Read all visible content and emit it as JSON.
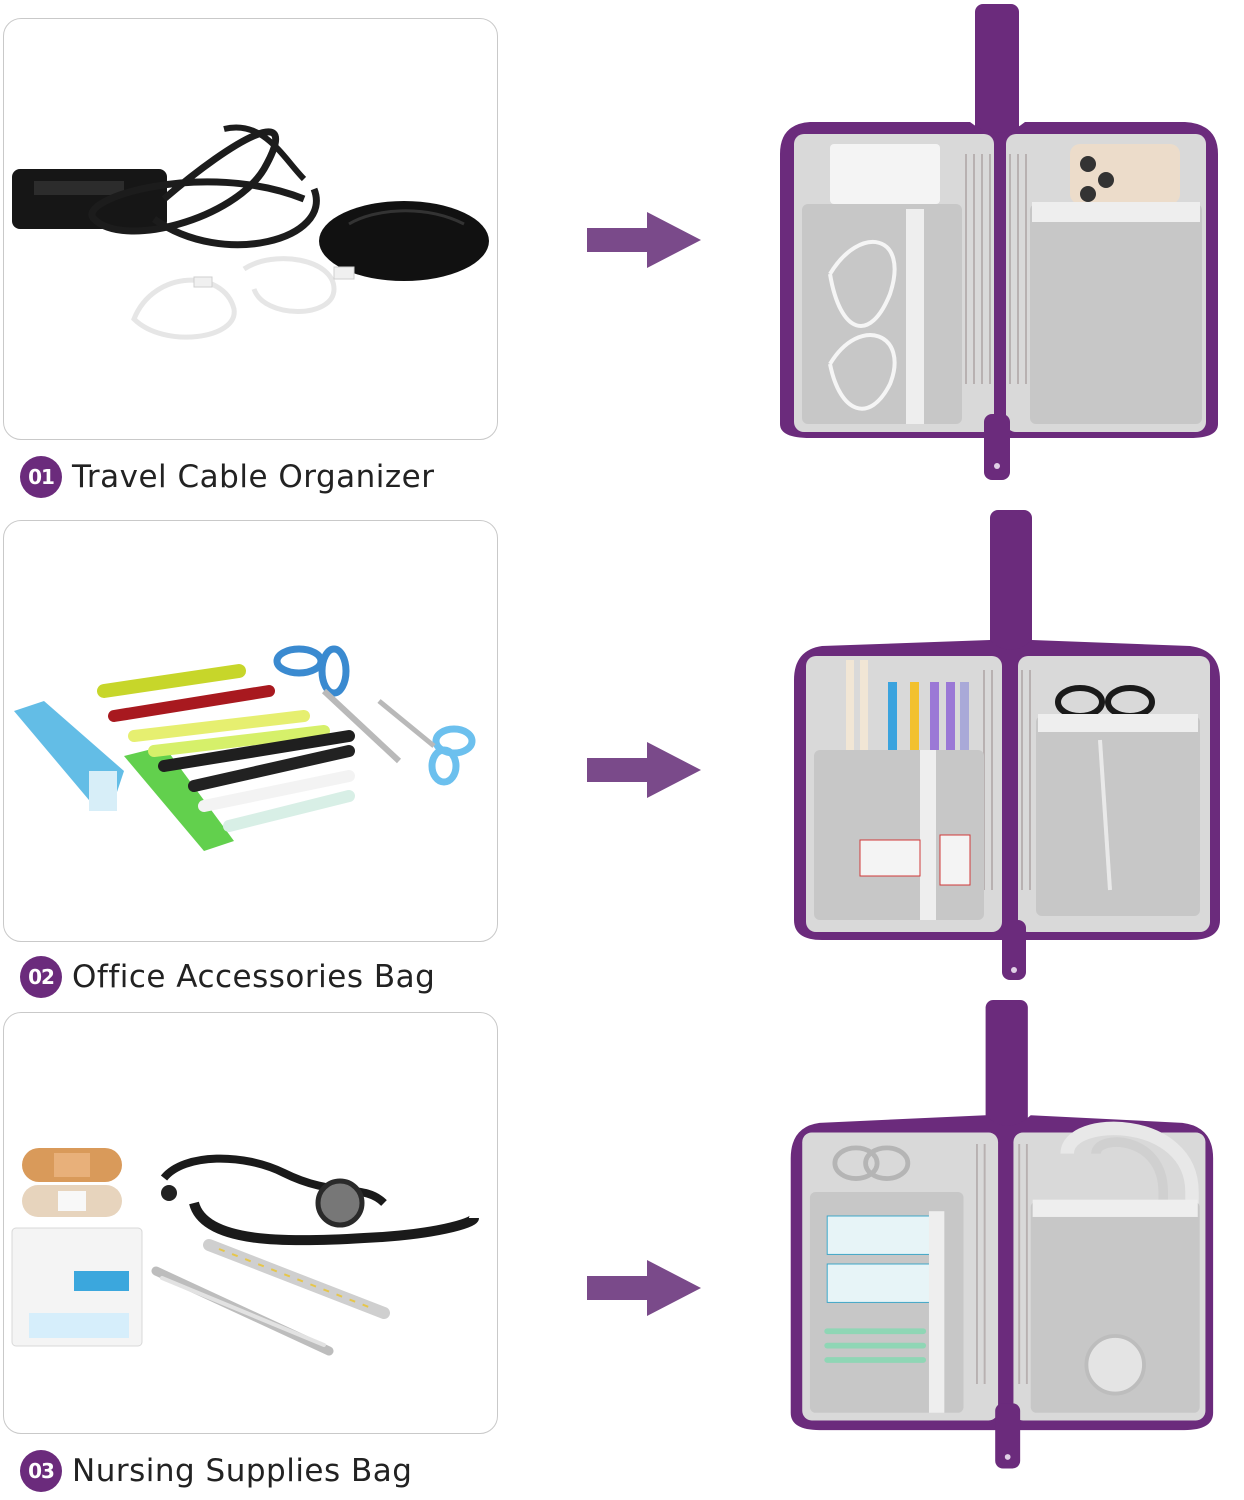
{
  "accent": "#6b2b7c",
  "sections": [
    {
      "number": "01",
      "title": "Travel Cable Organizer",
      "left_image_icon": "cables-mouse-icon",
      "right_image_icon": "organizer-bag-with-cables-icon"
    },
    {
      "number": "02",
      "title": "Office Accessories Bag",
      "left_image_icon": "pens-scissors-icon",
      "right_image_icon": "organizer-bag-with-pens-icon"
    },
    {
      "number": "03",
      "title": "Nursing Supplies Bag",
      "left_image_icon": "medical-supplies-icon",
      "right_image_icon": "organizer-bag-with-stethoscope-icon"
    }
  ]
}
